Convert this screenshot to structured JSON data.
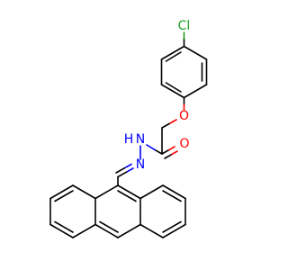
{
  "molecule": {
    "atoms": {
      "chlorine": "Cl",
      "ether_oxygen": "O",
      "carbonyl_oxygen": "O",
      "amide_nitrogen": "N",
      "amide_hydrogen": "H",
      "imine_nitrogen": "N"
    },
    "colors": {
      "carbon_bond": "#000000",
      "nitrogen": "#0000ff",
      "oxygen": "#ff0000",
      "chlorine": "#1fa01f",
      "background": "#ffffff"
    }
  }
}
